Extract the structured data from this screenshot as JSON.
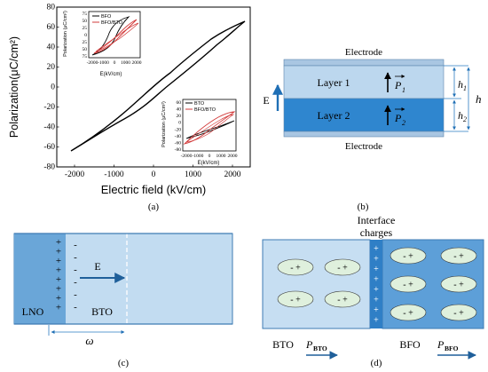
{
  "panel_a": {
    "caption": "(a)",
    "main": {
      "xlabel": "Electric field (kV/cm)",
      "ylabel": "Polarization(μC/cm²)",
      "xticks": [
        "-2000",
        "-1000",
        "0",
        "1000",
        "2000"
      ],
      "yticks": [
        "80",
        "60",
        "40",
        "20",
        "0",
        "-20",
        "-40",
        "-60",
        "-80"
      ]
    },
    "inset1": {
      "legend": [
        "BFO",
        "BFO/BTO"
      ],
      "ylabel": "Polarization (μC/cm²)",
      "xlabel": "E(kV/cm)",
      "xticks": [
        "-2000",
        "-1000",
        "0",
        "1000",
        "2000"
      ],
      "yticks": [
        "75",
        "50",
        "25",
        "0",
        "25",
        "50",
        "75"
      ]
    },
    "inset2": {
      "legend": [
        "BTO",
        "BFO/BTO"
      ],
      "ylabel": "Polarization (μC/cm²)",
      "xlabel": "E(kV/cm)",
      "xticks": [
        "-2000",
        "-1000",
        "0",
        "1000",
        "2000"
      ],
      "yticks": [
        "60",
        "40",
        "20",
        "0",
        "-20",
        "-40",
        "-60",
        "-80"
      ]
    }
  },
  "panel_b": {
    "caption": "(b)",
    "electrode_top": "Electrode",
    "electrode_bottom": "Electrode",
    "layer1": "Layer 1",
    "layer2": "Layer 2",
    "p1": "P",
    "p1_sub": "1",
    "p2": "P",
    "p2_sub": "2",
    "field": "E",
    "h1": "h",
    "h1_sub": "1",
    "h2": "h",
    "h2_sub": "2",
    "h": "h",
    "colors": {
      "layer1": "#bcd7ee",
      "layer2": "#2f86cf",
      "electrode": "#a9c6e2"
    }
  },
  "panel_c": {
    "caption": "(c)",
    "lno": "LNO",
    "bto": "BTO",
    "field": "E",
    "width": "ω",
    "plus_count": 8,
    "minus_count": 6,
    "colors": {
      "lno": "#6aa6d8",
      "bto": "#c2dcf1"
    }
  },
  "panel_d": {
    "caption": "(d)",
    "interface": [
      "Interface",
      "charges"
    ],
    "bto": "BTO",
    "bfo": "BFO",
    "p_bto": "P",
    "p_bto_sub": "BTO",
    "p_bfo": "P",
    "p_bfo_sub": "BFO",
    "dipole_label": "- +",
    "colors": {
      "bto": "#c6def2",
      "bfo": "#5d9fd8",
      "interface": "#2f7fc6"
    }
  }
}
